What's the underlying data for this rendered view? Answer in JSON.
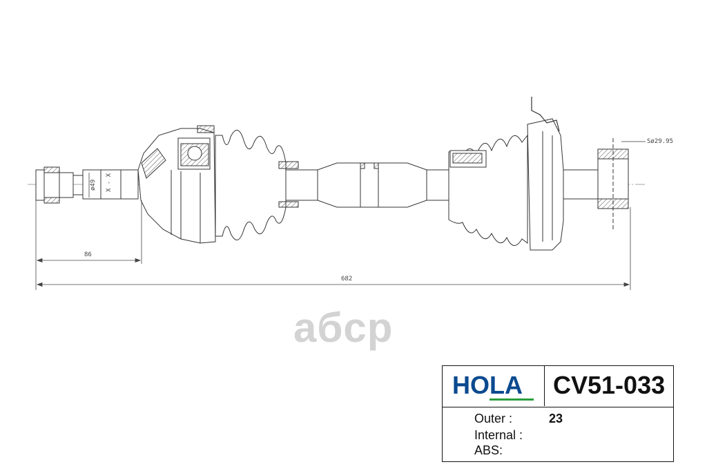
{
  "drawing": {
    "dimensions": {
      "diameter": "ø49",
      "section": "X - X",
      "spline": "Sø29.95",
      "inner_length": "86",
      "total_length": "682"
    }
  },
  "watermark": "aбcp",
  "spec": {
    "brand": "HOLA",
    "part_number": "CV51-033",
    "rows": [
      {
        "label": "Outer :",
        "value": "23"
      },
      {
        "label": "Internal :",
        "value": ""
      },
      {
        "label": "ABS:",
        "value": ""
      }
    ]
  },
  "colors": {
    "brand_blue": "#0b4a8f",
    "brand_green": "#2a9d3c",
    "watermark": "#d3d3d3"
  }
}
